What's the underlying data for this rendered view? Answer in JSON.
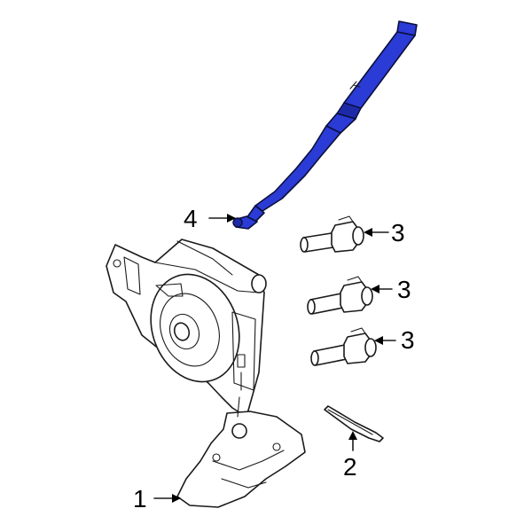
{
  "colors": {
    "highlight_part": "#2b3bd6",
    "outline": "#1a1a1a",
    "background": "#ffffff"
  },
  "callouts": {
    "c1": "1",
    "c2": "2",
    "c3a": "3",
    "c3b": "3",
    "c4": "4"
  }
}
